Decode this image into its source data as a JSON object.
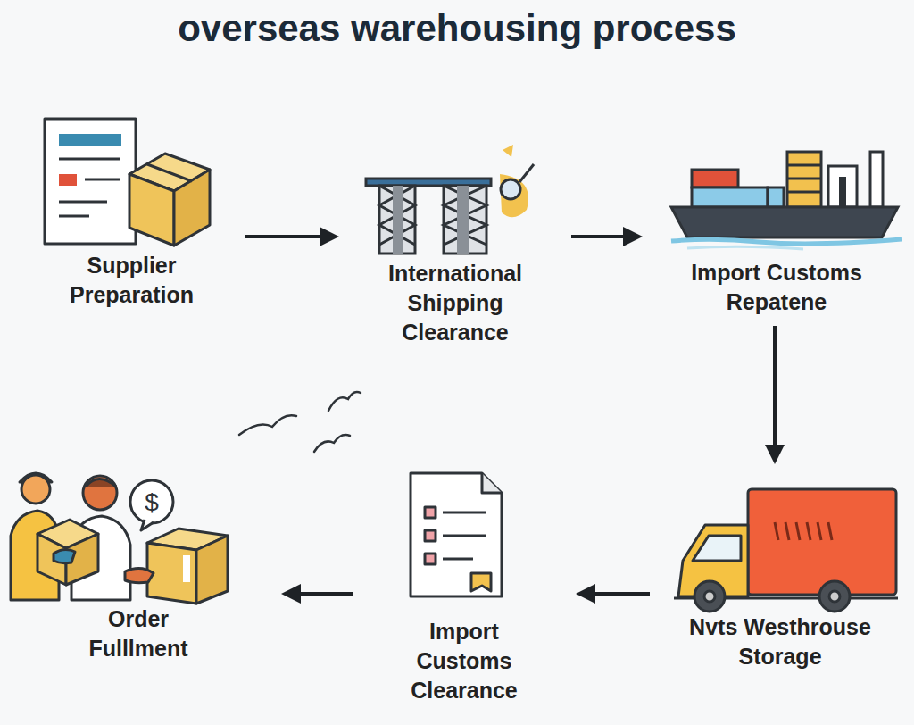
{
  "diagram": {
    "title": "overseas warehousing process",
    "nodes": [
      {
        "text": [
          "Supplier Preparation"
        ]
      },
      {
        "text": [
          "International Shipping Clearance"
        ]
      },
      {
        "text": [
          "Import Customs Repatene"
        ]
      },
      {
        "text": [
          "Nvts Westhrouse Storage"
        ]
      },
      {
        "text": [
          "Import Customs Clearance"
        ]
      },
      {
        "text": [
          "Order Fulllment"
        ]
      }
    ],
    "edges": [
      {
        "from": 0,
        "to": 1,
        "arrow": "to"
      },
      {
        "from": 1,
        "to": 2,
        "arrow": "to"
      },
      {
        "from": 2,
        "to": 3,
        "arrow": "to"
      },
      {
        "from": 3,
        "to": 4,
        "arrow": "to"
      },
      {
        "from": 4,
        "to": 5,
        "arrow": "to"
      }
    ]
  }
}
